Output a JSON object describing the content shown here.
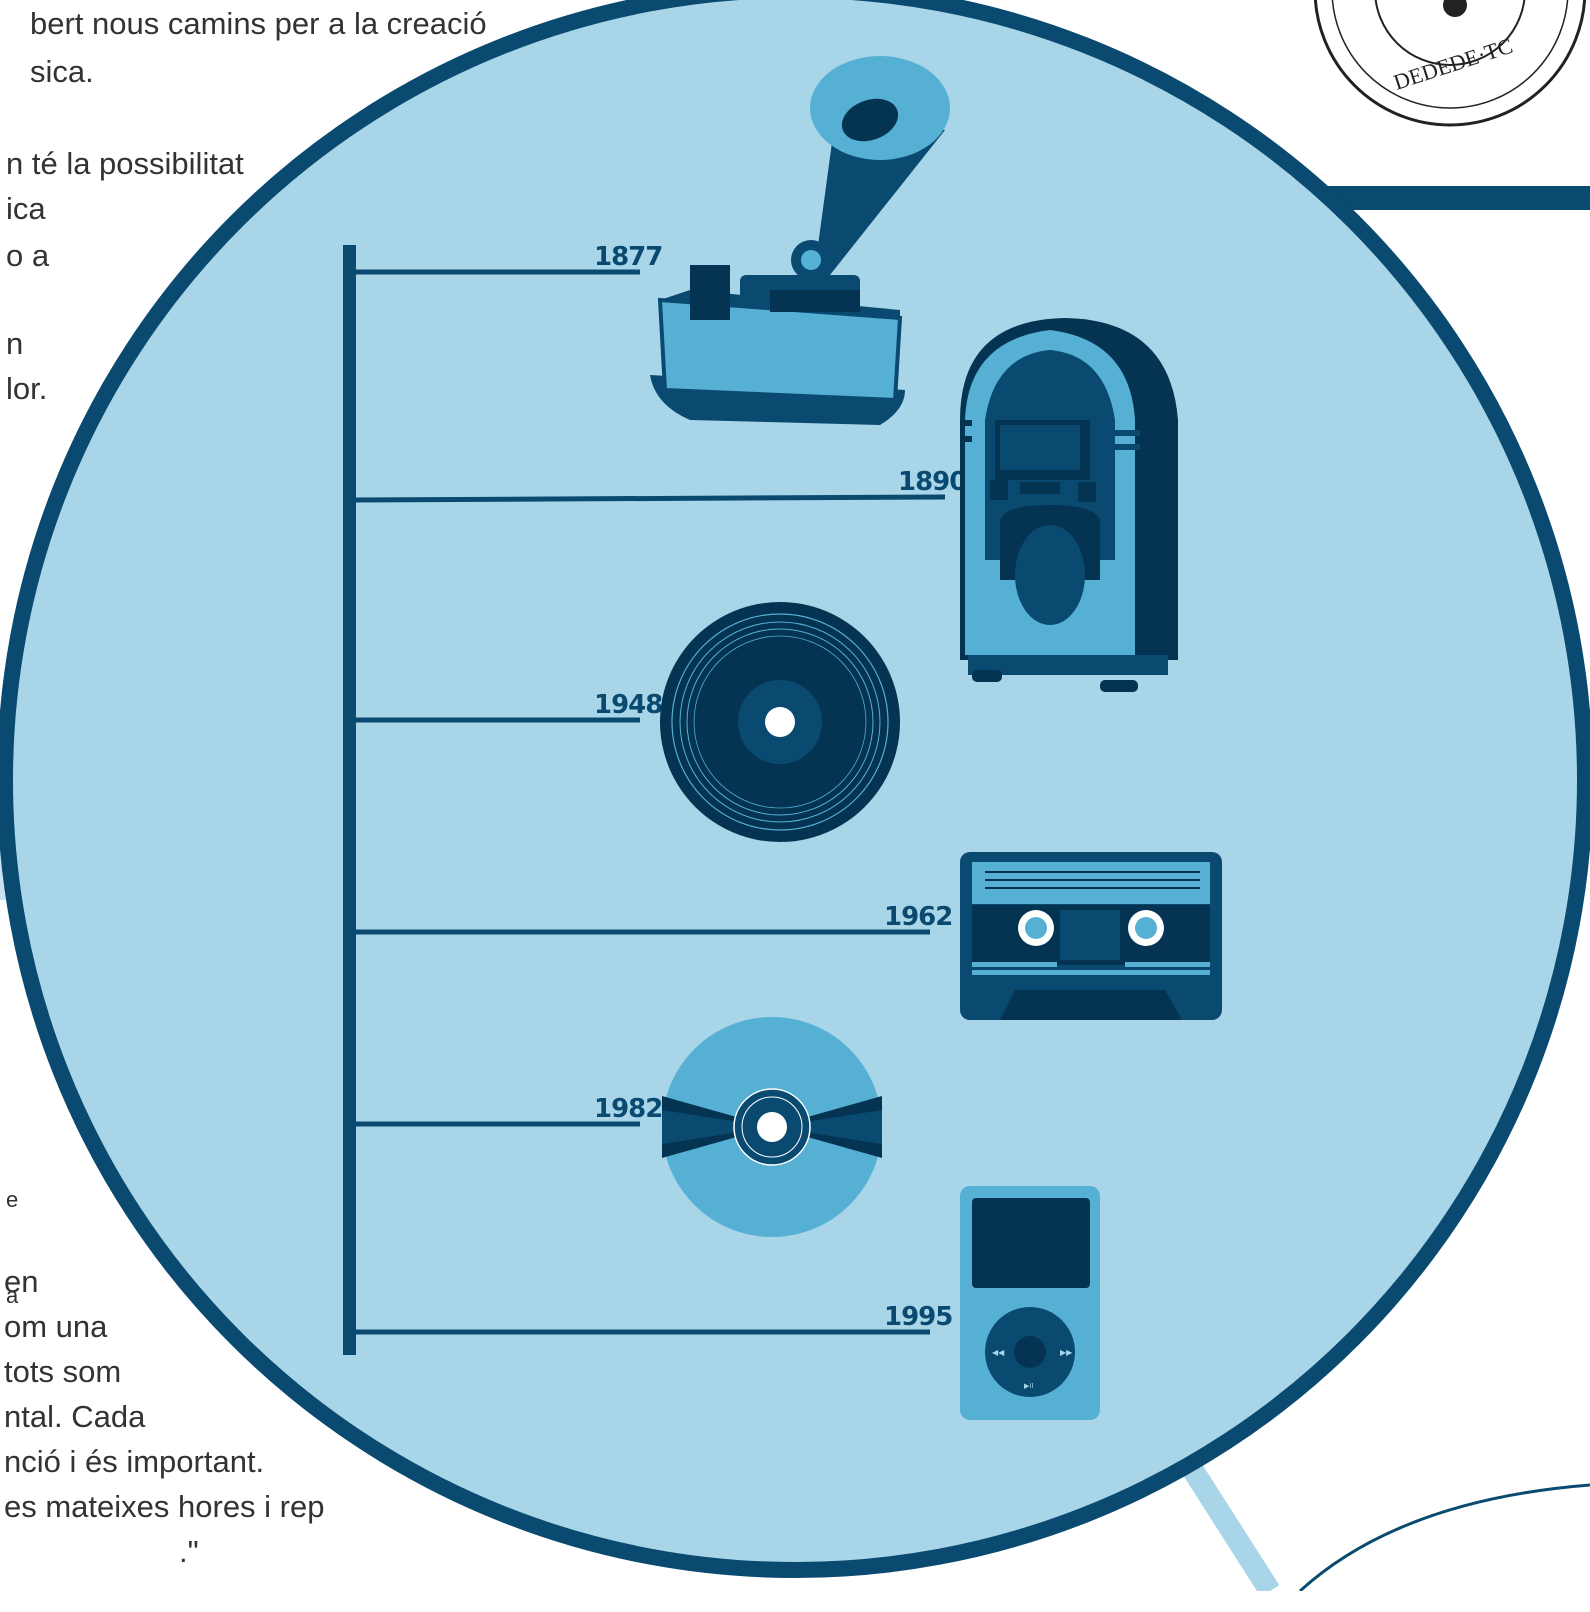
{
  "background_text": {
    "top_lines": [
      "bert nous camins per a la creació",
      "sica.",
      "",
      "n té la possibilitat",
      "ica",
      "o a",
      "",
      "n",
      "lor."
    ],
    "side_lines": [
      "e",
      "a"
    ],
    "bottom_lines": [
      "en",
      "om una",
      "tots som",
      "ntal. Cada",
      "nció i és important.",
      "es mateixes hores i rep",
      ".\""
    ]
  },
  "seal": {
    "text": "DEDEDE TC"
  },
  "timeline": {
    "years": [
      "1877",
      "1890",
      "1948",
      "1962",
      "1982",
      "1995"
    ],
    "items": [
      "phonograph",
      "jukebox",
      "vinyl-record",
      "cassette-tape",
      "compact-disc",
      "mp3-player"
    ]
  },
  "colors": {
    "circle_fill": "#a8d6e8",
    "circle_border": "#0a4a70",
    "mid_blue": "#55b0d4",
    "dark_navy": "#053352"
  }
}
